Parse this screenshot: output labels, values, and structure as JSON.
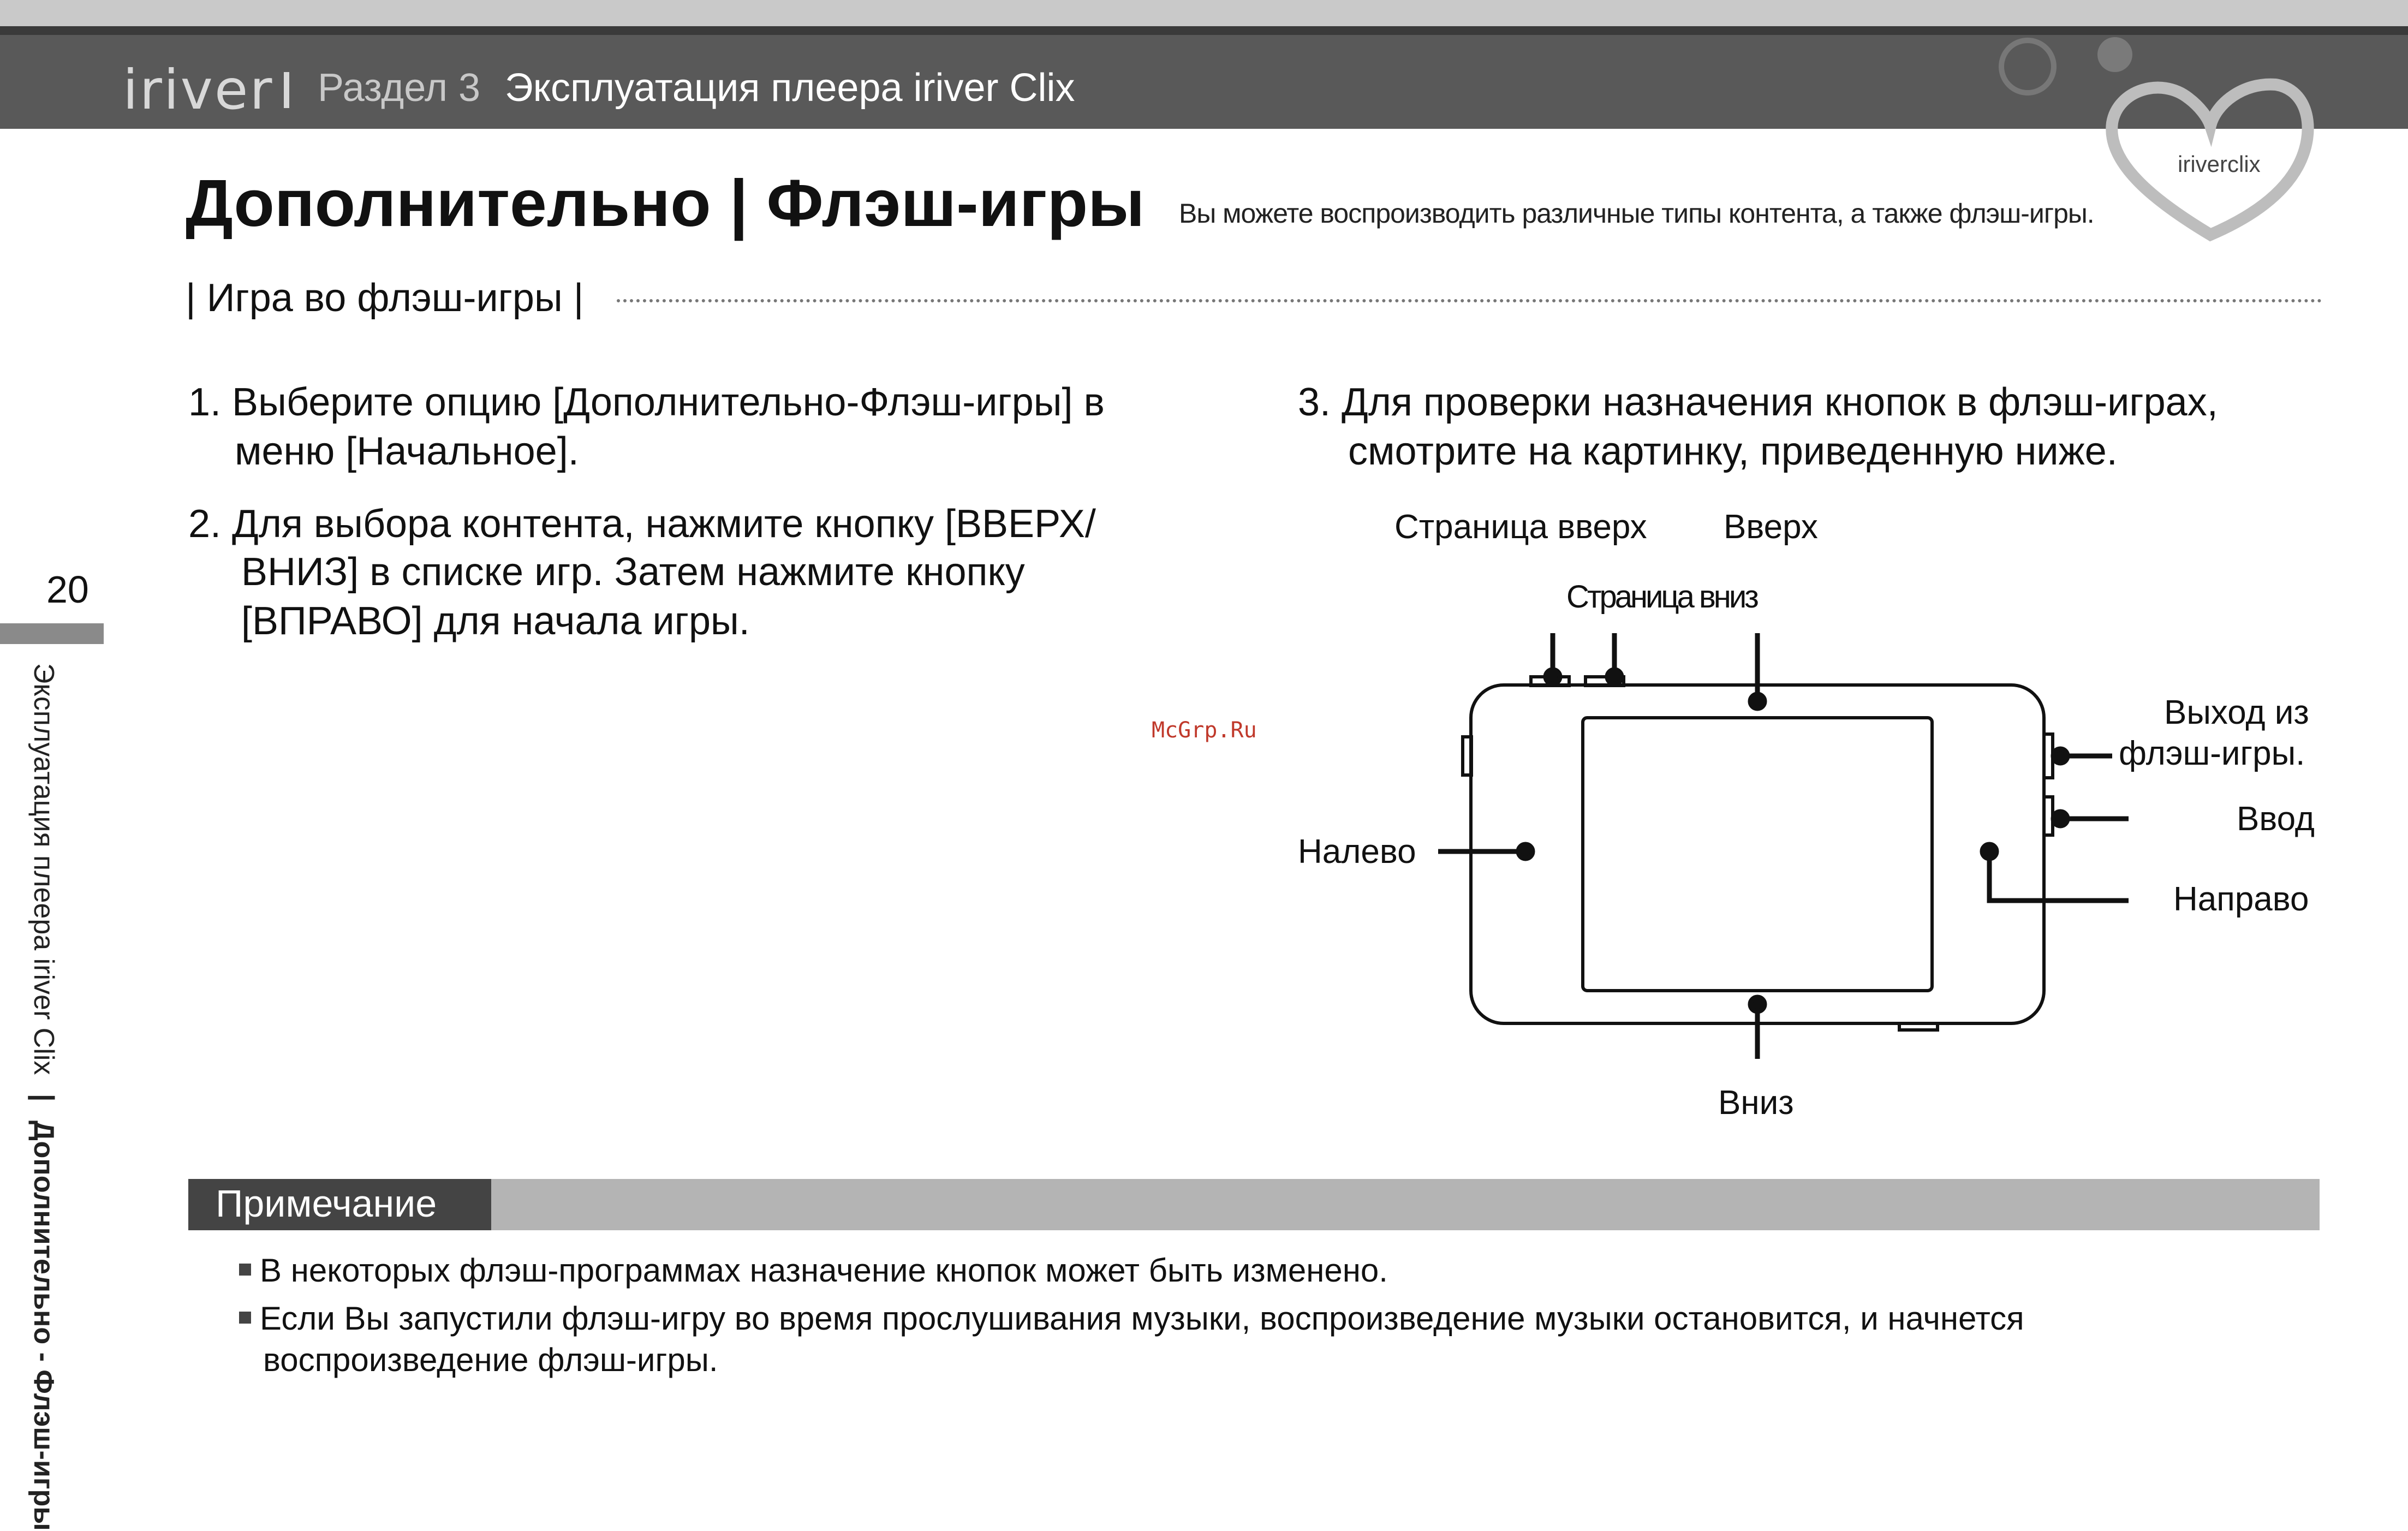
{
  "header": {
    "logo": "iriver",
    "section": "Раздел 3",
    "title": "Эксплуатация плеера iriver Clix",
    "corner_logo": "iriverclix"
  },
  "page": {
    "title": "Дополнительно | Флэш-игры",
    "subtitle": "Вы можете воспроизводить различные типы контента, а также флэш-игры.",
    "section_heading": "| Игра во флэш-игры |",
    "number": "20"
  },
  "steps": {
    "s1_l1": "1. Выберите опцию [Дополнительно-Флэш-игры] в",
    "s1_l2": "меню [Начальное].",
    "s2_l1": "2. Для выбора контента, нажмите кнопку [ВВЕРХ/",
    "s2_l2": "ВНИЗ] в списке игр. Затем нажмите кнопку",
    "s2_l3": "[ВПРАВО] для начала игры.",
    "s3_l1": "3. Для проверки назначения кнопок в флэш-играх,",
    "s3_l2": "смотрите на картинку, приведенную ниже."
  },
  "diagram": {
    "page_up": "Страница вверх",
    "up": "Вверх",
    "page_down": "Страница вниз",
    "exit_l1": "Выход из",
    "exit_l2": "флэш-игры.",
    "enter": "Ввод",
    "left": "Налево",
    "right": "Направо",
    "down": "Вниз"
  },
  "watermark": "McGrp.Ru",
  "sidebar": {
    "section": "Эксплуатация плеера iriver Clix",
    "separator": "|",
    "topic": "Дополнительно - Флэш-игры"
  },
  "note": {
    "title": "Примечание",
    "item1": "В некоторых флэш-программах назначение кнопок может быть изменено.",
    "item2_l1": "Если Вы запустили флэш-игру во время прослушивания музыки, воспроизведение музыки остановится, и начнется",
    "item2_l2": "воспроизведение флэш-игры."
  }
}
